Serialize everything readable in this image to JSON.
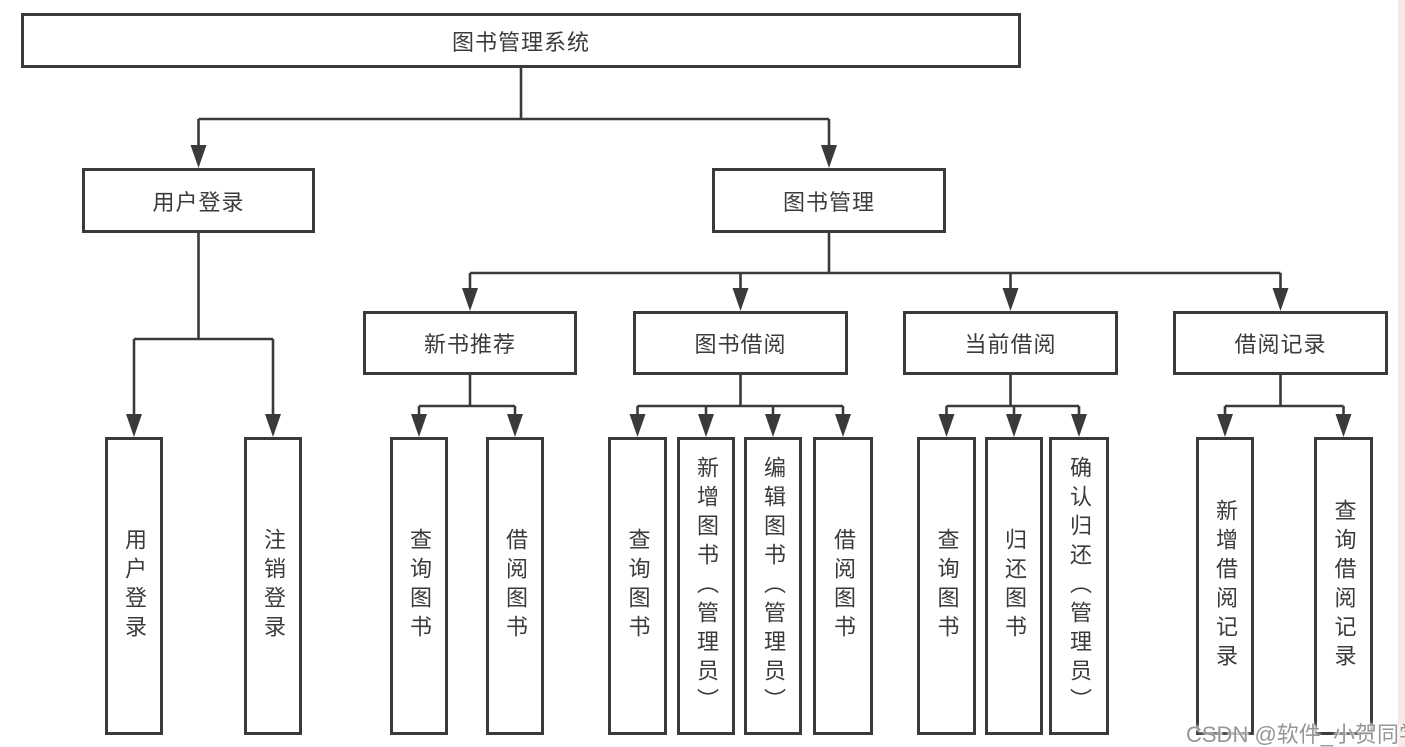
{
  "diagram": {
    "root": {
      "label": "图书管理系统"
    },
    "level2": [
      {
        "label": "用户登录"
      },
      {
        "label": "图书管理"
      }
    ],
    "level3": [
      {
        "label": "新书推荐"
      },
      {
        "label": "图书借阅"
      },
      {
        "label": "当前借阅"
      },
      {
        "label": "借阅记录"
      }
    ],
    "leaves": {
      "user_login": [
        "用户登录",
        "注销登录"
      ],
      "new_book": [
        "查询图书",
        "借阅图书"
      ],
      "book_borrow": [
        "查询图书",
        "新增图书（管理员）",
        "编辑图书（管理员）",
        "借阅图书"
      ],
      "current_borrow": [
        "查询图书",
        "归还图书",
        "确认归还（管理员）"
      ],
      "borrow_record": [
        "新增借阅记录",
        "查询借阅记录"
      ]
    }
  },
  "watermark": {
    "text": "CSDN @软件_小贺同学"
  },
  "colors": {
    "line": "#3a3a3a",
    "text": "#3b3b3b",
    "watermark_text": "#969696",
    "edge_strip": "#f8e7e7",
    "background": "#ffffff"
  }
}
